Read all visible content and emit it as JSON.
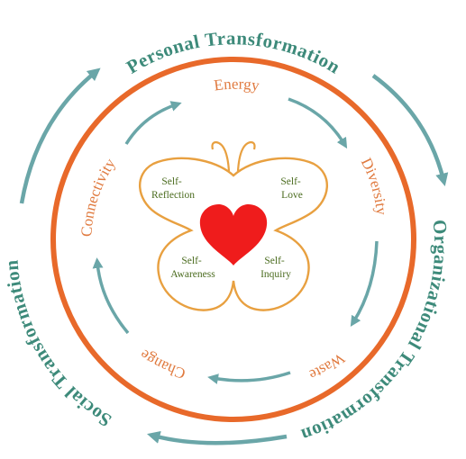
{
  "colors": {
    "teal": "#6aa6a8",
    "teal_text": "#3d8a7a",
    "orange": "#e8692a",
    "orange_text": "#e07a3f",
    "butterfly": "#e8a040",
    "wing_text": "#4a6b1e",
    "heart": "#ef1c1c"
  },
  "outer": {
    "personal": "Personal Transformation",
    "organizational": "Organizational Transformation",
    "social": "Social Transformation"
  },
  "inner": {
    "energy": "Energy",
    "diversity": "Diversity",
    "waste": "Waste",
    "change": "Change",
    "connectivity": "Connectivity"
  },
  "butterfly": {
    "top_left": [
      "Self-",
      "Reflection"
    ],
    "top_right": [
      "Self-",
      "Love"
    ],
    "bottom_left": [
      "Self-",
      "Awareness"
    ],
    "bottom_right": [
      "Self-",
      "Inquiry"
    ]
  }
}
